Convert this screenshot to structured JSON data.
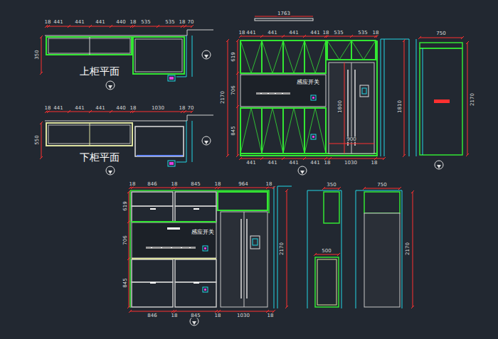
{
  "diagram": {
    "labels": [
      "18",
      "441",
      "441",
      "441",
      "440",
      "18",
      "535",
      "535",
      "18",
      "70",
      "350",
      "18",
      "441",
      "441",
      "441",
      "440",
      "18",
      "1030",
      "18",
      "70",
      "550",
      "上柜平面",
      "下柜平面",
      "1763",
      "18",
      "441",
      "441",
      "441",
      "441",
      "18",
      "535",
      "535",
      "18",
      "441",
      "441",
      "441",
      "441",
      "18",
      "1030",
      "18",
      "2170",
      "619",
      "706",
      "845",
      "1800",
      "900",
      "1810",
      "750",
      "2170",
      "感应开关",
      "18",
      "846",
      "18",
      "845",
      "18",
      "964",
      "18",
      "846",
      "18",
      "845",
      "18",
      "1030",
      "18",
      "619",
      "706",
      "845",
      "2170",
      "350",
      "500",
      "750",
      "2170",
      "感应开关"
    ]
  }
}
